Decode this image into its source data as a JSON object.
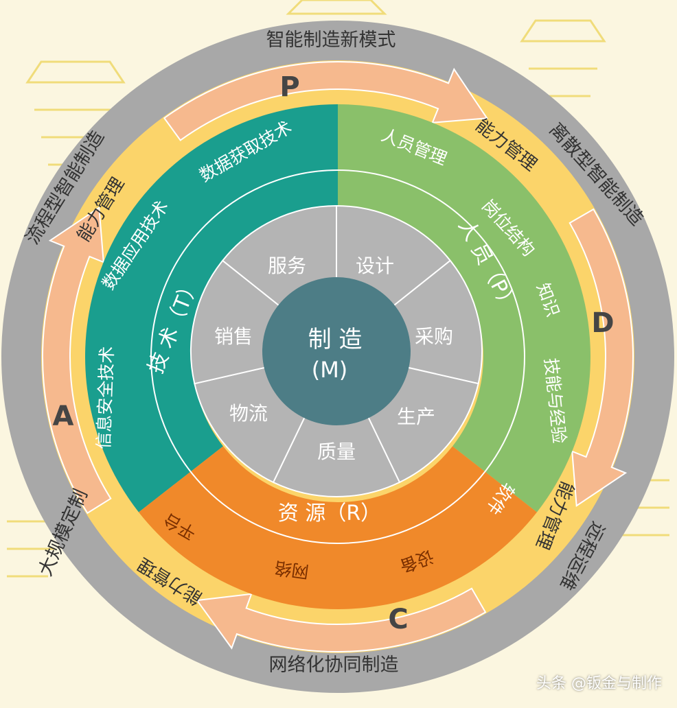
{
  "center": {
    "line1": "制 造",
    "line2": "(M)"
  },
  "inner_segments": [
    "设计",
    "采购",
    "生产",
    "质量",
    "物流",
    "销售",
    "服务"
  ],
  "middle_ring": {
    "tech": {
      "title": "技 术（T）",
      "items": [
        "数据获取技术",
        "数据应用技术",
        "信息安全技术"
      ]
    },
    "people": {
      "title": "人 员（P）",
      "items": [
        "人员管理",
        "岗位结构",
        "知识",
        "技能与经验"
      ]
    },
    "resource": {
      "title": "资 源（R）",
      "items": [
        "平台",
        "网络",
        "设备",
        "软件"
      ]
    }
  },
  "capability_labels": [
    "能力管理",
    "能力管理",
    "能力管理",
    "能力管理"
  ],
  "arrow_letters": {
    "top": "P",
    "right": "D",
    "bottom": "C",
    "left": "A"
  },
  "outer_labels": {
    "top": "智能制造新模式",
    "right": "离散型智能制造",
    "bottom_right": "远程运维",
    "bottom": "网络化协同制造",
    "bottom_left": "大规模定制",
    "left": "流程型智能制造"
  },
  "watermark": "头条 @钣金与制作",
  "colors": {
    "outer": "#a8a8a8",
    "capability_ring": "#fbd46a",
    "tech": "#1a9e8e",
    "people": "#8ac06a",
    "resource": "#f0892a",
    "inner": "#b4b4b4",
    "center": "#4d7d86",
    "arrow": "#f6b98e"
  }
}
